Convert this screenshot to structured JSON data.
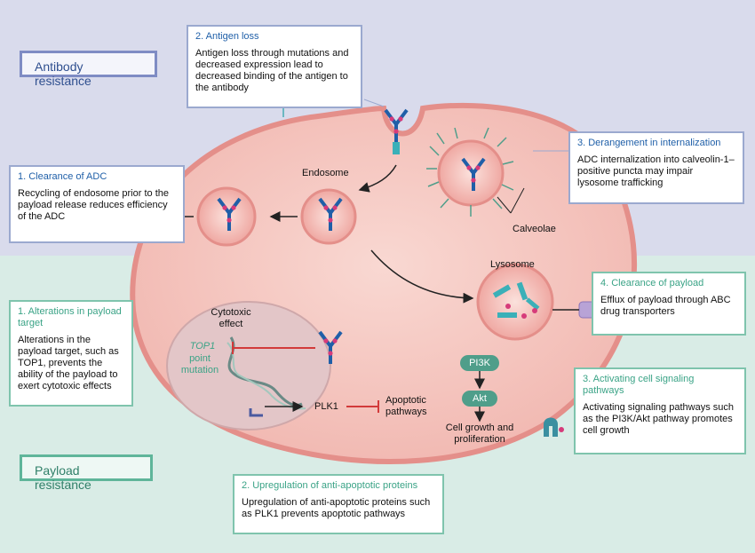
{
  "sections": {
    "antibody_resistance": "Antibody resistance",
    "payload_resistance": "Payload resistance"
  },
  "boxes": {
    "antigen_loss": {
      "title": "2. Antigen loss",
      "text": "Antigen loss through mutations and decreased expression lead to decreased binding of the antigen to the antibody"
    },
    "clearance_adc": {
      "title": "1. Clearance of ADC",
      "text": "Recycling of endosome prior to the payload release reduces efficiency of the ADC"
    },
    "derangement": {
      "title": "3. Derangement in internalization",
      "text": "ADC internalization into calveolin-1–positive puncta may impair lysosome trafficking"
    },
    "clearance_payload": {
      "title": "4. Clearance of payload",
      "text": "Efflux of payload through ABC drug transporters"
    },
    "alterations": {
      "title": "1. Alterations in payload target",
      "text": "Alterations in the payload target, such as TOP1, prevents the ability of the payload to exert cytotoxic effects"
    },
    "signaling": {
      "title": "3. Activating cell signaling pathways",
      "text": "Activating signaling pathways such as the PI3K/Akt pathway promotes cell growth"
    },
    "upregulation": {
      "title": "2. Upregulation of anti-apoptotic proteins",
      "text": "Upregulation of anti-apoptotic proteins such as PLK1 prevents apoptotic pathways"
    }
  },
  "labels": {
    "endosome": "Endosome",
    "lysosome": "Lysosome",
    "calveolae": "Calveolae",
    "cytotoxic_effect": "Cytotoxic effect",
    "top1": "TOP1",
    "point_mutation": "point mutation",
    "plk1": "PLK1",
    "apoptotic": "Apoptotic pathways",
    "pi3k": "PI3K",
    "akt": "Akt",
    "growth": "Cell growth and proliferation"
  },
  "colors": {
    "antibody_blue": "#1f5fa8",
    "payload_pink": "#d63b7a",
    "cell_fill": "#f4c2bc",
    "membrane": "#e48f8a",
    "signal_green": "#4f9e8a",
    "inhibit_red": "#d23a3a"
  }
}
